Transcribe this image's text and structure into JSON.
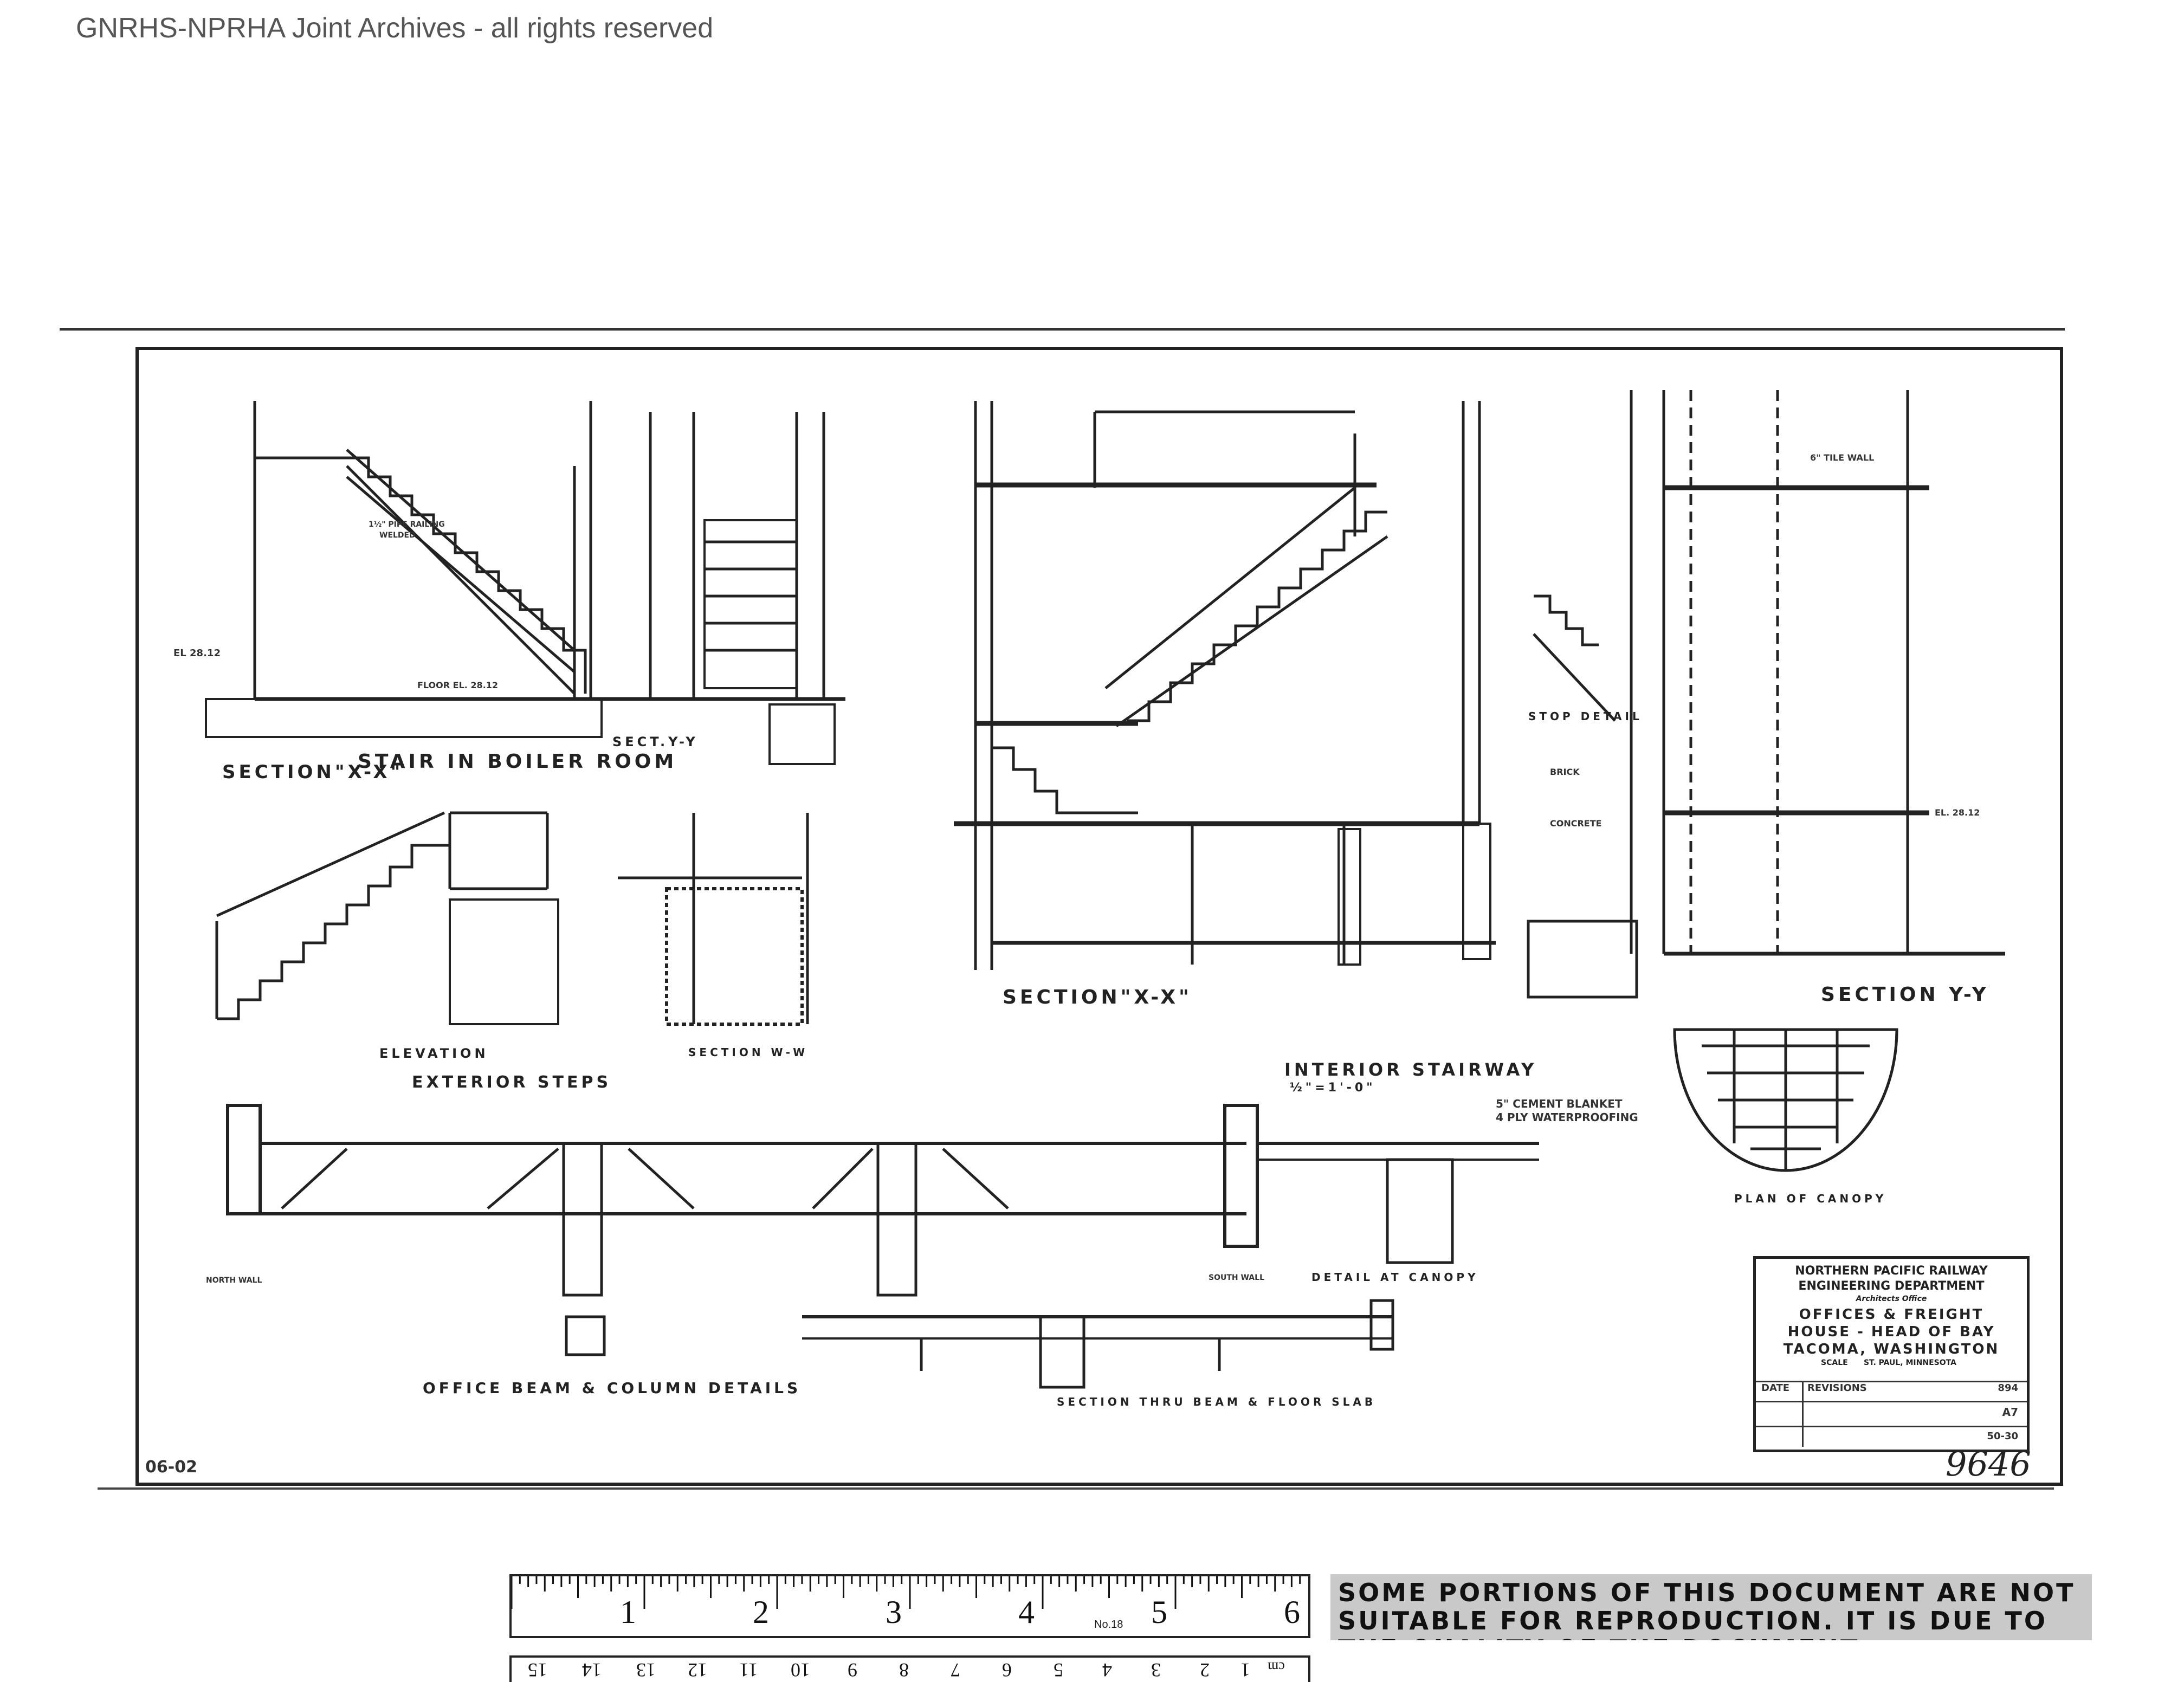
{
  "watermark": "GNRHS-NPRHA Joint Archives - all rights reserved",
  "drawing": {
    "view_labels": {
      "section_xx": "SECTION\"X-X\"",
      "stair_boiler": "STAIR IN BOILER ROOM",
      "sect_yy_small": "SECT.Y-Y",
      "elevation": "ELEVATION",
      "section_ww": "SECTION W-W",
      "exterior_steps": "EXTERIOR STEPS",
      "section_xx_int": "SECTION\"X-X\"",
      "interior_stairway": "INTERIOR STAIRWAY",
      "interior_scale": "½\"=1'-0\"",
      "section_yy": "SECTION Y-Y",
      "stop_detail": "STOP DETAIL",
      "plan_canopy": "PLAN OF CANOPY",
      "office_beam": "OFFICE BEAM & COLUMN DETAILS",
      "section_beam": "SECTION THRU BEAM & FLOOR SLAB",
      "detail_canopy": "DETAIL AT CANOPY",
      "north_wall": "NORTH WALL",
      "south_wall": "SOUTH WALL",
      "cement_blanket": "5\" CEMENT BLANKET",
      "ply_water": "4 PLY WATERPROOFING"
    },
    "notes": {
      "floor_el": "FLOOR EL. 28.12",
      "el_left": "EL 28.12",
      "pipe_railing": "1½\" PIPE RAILING",
      "welded": "WELDED",
      "brick": "BRICK",
      "concrete": "CONCRETE",
      "tile_wall": "6\" TILE WALL",
      "el_right": "EL. 28.12"
    }
  },
  "title_block": {
    "company": "NORTHERN PACIFIC RAILWAY",
    "department": "ENGINEERING DEPARTMENT",
    "office": "Architects Office",
    "title_line1": "OFFICES & FREIGHT",
    "title_line2": "HOUSE -   HEAD OF BAY",
    "title_line3": "TACOMA, WASHINGTON",
    "scale": "SCALE",
    "location": "ST. PAUL, MINNESOTA",
    "row_date": "DATE",
    "row_revisions": "REVISIONS",
    "file_no": "894",
    "sheet_no": "A7",
    "file_ref": "50-30"
  },
  "handwritten_number": "9646",
  "corner_mark": "06-02",
  "ruler": {
    "inches": [
      "1",
      "2",
      "3",
      "4",
      "5",
      "6"
    ],
    "cm": [
      "1",
      "2",
      "3",
      "4",
      "5",
      "6",
      "7",
      "8",
      "9",
      "10",
      "11",
      "12",
      "13",
      "14",
      "15"
    ],
    "cm_unit": "cm",
    "label": "No.18"
  },
  "notice": "SOME PORTIONS OF THIS DOCUMENT ARE NOT SUITABLE FOR REPRODUCTION. IT IS DUE TO THE QUALITY OF THE DOCUMENT."
}
